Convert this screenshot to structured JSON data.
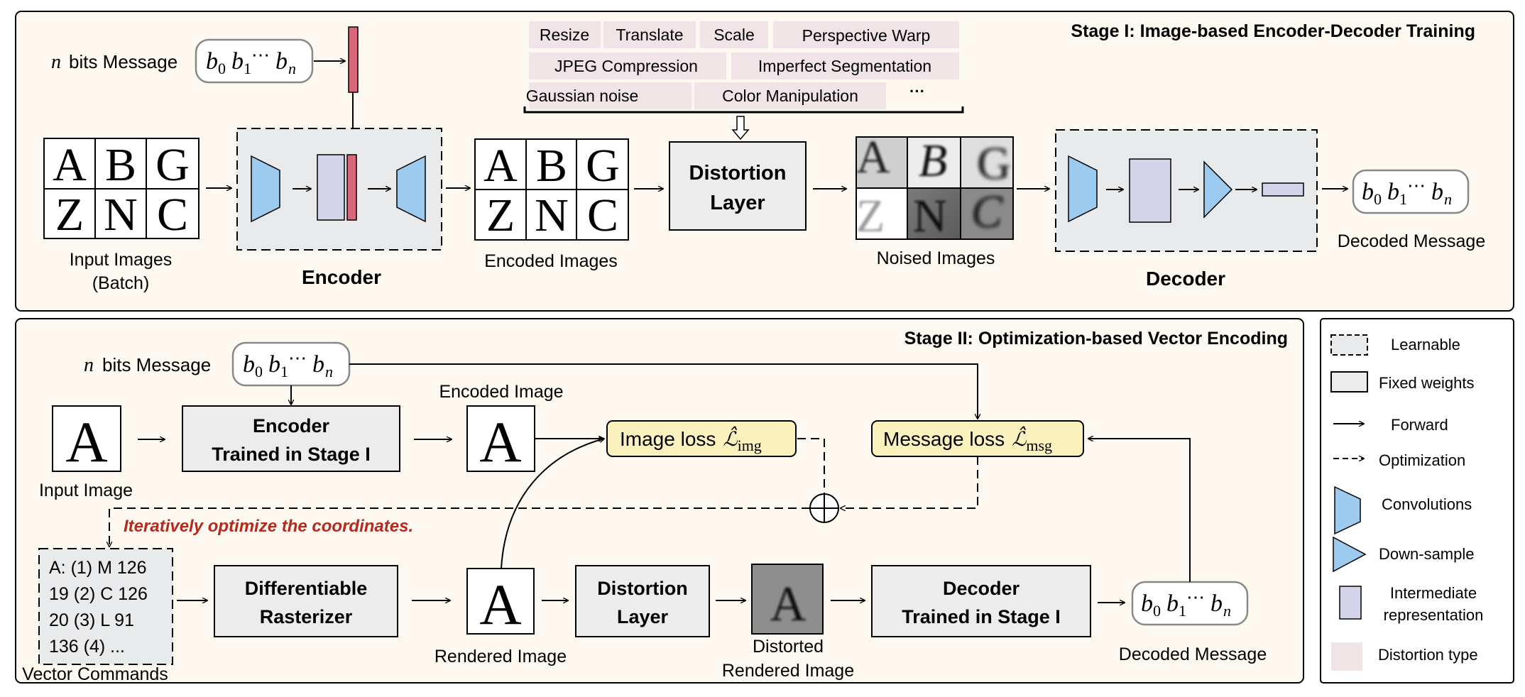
{
  "stage1": {
    "title": "Stage I:  Image-based Encoder-Decoder Training",
    "n_bits_label": "bits Message",
    "n_symbol": "n",
    "message": {
      "b0": "b",
      "s0": "0",
      "b1": "b",
      "s1": "1",
      "dots": "⋯",
      "bn": "b",
      "sn": "n"
    },
    "distortions": {
      "resize": "Resize",
      "translate": "Translate",
      "scale": "Scale",
      "perspective": "Perspective Warp",
      "jpeg": "JPEG Compression",
      "segmentation": "Imperfect Segmentation",
      "gaussian": "Gaussian noise",
      "color": "Color Manipulation",
      "ellipsis": "···"
    },
    "letters": [
      "A",
      "B",
      "G",
      "Z",
      "N",
      "C"
    ],
    "input_label_1": "Input Images",
    "input_label_2": "(Batch)",
    "encoder_label": "Encoder",
    "encoded_label": "Encoded Images",
    "distortion_layer_1": "Distortion",
    "distortion_layer_2": "Layer",
    "noised_label": "Noised Images",
    "decoder_label": "Decoder",
    "decoded_label": "Decoded Message"
  },
  "stage2": {
    "title": "Stage II:  Optimization-based Vector Encoding",
    "n_bits_label": "bits Message",
    "n_symbol": "n",
    "input_letter": "A",
    "input_label": "Input Image",
    "encoder_1": "Encoder",
    "encoder_2": "Trained in Stage I",
    "encoded_label": "Encoded Image",
    "image_loss": "Image loss",
    "image_loss_sub": "img",
    "message_loss": "Message loss",
    "message_loss_sub": "msg",
    "loss_symbol": "ℒ̂",
    "iterative_note": "Iteratively optimize the coordinates.",
    "vector_commands": [
      "A: (1) M 126",
      "19 (2) C 126",
      "20 (3) L 91",
      "136 (4) ..."
    ],
    "vector_label": "Vector Commands",
    "rasterizer_1": "Differentiable",
    "rasterizer_2": "Rasterizer",
    "rendered_label": "Rendered Image",
    "distortion_1": "Distortion",
    "distortion_2": "Layer",
    "distorted_label_1": "Distorted",
    "distorted_label_2": "Rendered Image",
    "decoder_1": "Decoder",
    "decoder_2": "Trained in Stage I",
    "decoded_label": "Decoded Message"
  },
  "legend": {
    "learnable": "Learnable",
    "fixed": "Fixed weights",
    "forward": "Forward",
    "optimization": "Optimization",
    "convolutions": "Convolutions",
    "downsample": "Down-sample",
    "intermediate_1": "Intermediate",
    "intermediate_2": "representation",
    "distortion_type": "Distortion type"
  },
  "colors": {
    "panel_bg": "#fdf9f0",
    "learnable_fill": "#e9eaec",
    "fixed_fill": "#ececec",
    "conv_blue": "#9ccbef",
    "intermediate": "#d3d4ea",
    "bit_bar": "#d7687a",
    "distortion_chip": "#f1e4e6",
    "loss_yellow": "#fbf1bd",
    "note_red": "#b32a1e"
  }
}
